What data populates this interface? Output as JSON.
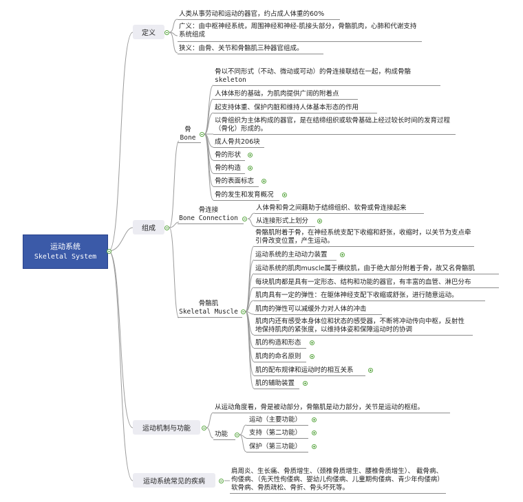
{
  "root": {
    "title": "运动系统",
    "subtitle": "Skeletal System"
  },
  "branches": {
    "definition": {
      "label": "定义",
      "items": [
        "人类从事劳动和运动的器官，约占成人体重的60%",
        "广义：由中枢神经系统，周围神经和神经-肌接头部分，骨骼肌肉，心肺和代谢支持系统组成",
        "狭义：由骨、关节和骨骼肌三种器官组成。"
      ]
    },
    "composition": {
      "label": "组成",
      "bone": {
        "label": "骨",
        "label_en": "Bone",
        "items": [
          "骨以不同形式（不动、微动或可动）的骨连接联结在一起，构成骨骼",
          "人体体形的基础，为肌肉提供广阔的附着点",
          "起支持体重、保护内脏和维持人体基本形态的作用",
          "以骨组织为主体构成的器官，是在结缔组织或软骨基础上经过较长时间的发育过程（骨化）形成的。",
          "成人骨共206块",
          "骨的形状",
          "骨的构造",
          "骨的表面标志",
          "骨的发生和发育概况"
        ],
        "skeleton_word": "skeleton"
      },
      "connection": {
        "label": "骨连接",
        "label_en": "Bone Connection",
        "items": [
          "人体骨和骨之间藉助于结缔组织、软骨或骨连接起来",
          "从连接形式上划分"
        ]
      },
      "muscle": {
        "label": "骨骼肌",
        "label_en": "Skeletal Muscle",
        "items": [
          "骨骼肌附着于骨，在神经系统支配下收缩和舒张，收缩时，以关节为支点牵引骨改变位置，产生运动。",
          "运动系统的主动动力装置",
          "运动系统的肌肉muscle属于横纹肌，由于绝大部分附着于骨，故又名骨骼肌",
          "每块肌肉都是具有一定形态、结构和功能的器官，有丰富的血管、淋巴分布",
          "肌肉具有一定的弹性：在躯体神经支配下收缩或舒张，进行随意运动。",
          "肌肉的弹性可以减缓外力对人体的冲击",
          "肌肉内还有感受本身体位和状态的感受器，不断将冲动传向中枢，反射性地保持肌肉的紧张度，以维持体姿和保障运动时的协调",
          "肌的构造和形态",
          "肌肉的命名原则",
          "肌的配布规律和运动时的相互关系",
          "肌的辅助装置"
        ]
      }
    },
    "mechanism": {
      "label": "运动机制与功能",
      "summary": "从运动角度看，骨是被动部分，骨骼肌是动力部分，关节是运动的枢纽。",
      "function": {
        "label": "功能",
        "items": [
          "运动（主要功能）",
          "支持（第二功能）",
          "保护（第三功能）"
        ]
      }
    },
    "diseases": {
      "label": "运动系统常见的疾病",
      "text": "肩周炎、生长痛、骨质增生、（颈椎骨质增生、腰椎骨质增生）、 截骨病、佝偻病、（先天性佝偻病、婴幼儿佝偻病、儿童期佝偻病、青少年佝偻病）软骨病、骨质疏松、骨折、骨头坏死等。"
    }
  },
  "colors": {
    "root": "#3b5aa8",
    "branch_box": "#ececf2",
    "line": "#8c8c8c",
    "toggle": "#5aa642"
  }
}
